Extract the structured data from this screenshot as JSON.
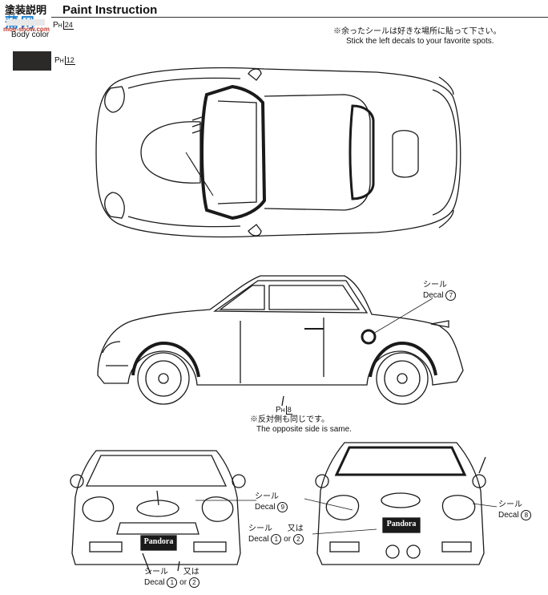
{
  "header": {
    "title_jp": "塗装説明",
    "title_en": "Paint Instruction",
    "watermark": "蒲 网",
    "watermark_url": "moe-show.com"
  },
  "body_color": {
    "label": "Body color",
    "code_prefix": "P",
    "code_sub": "H",
    "code_value": "24"
  },
  "dark_color": {
    "code_prefix": "P",
    "code_sub": "H",
    "code_value": "12",
    "swatch_color": "#2b2a29"
  },
  "note_top": {
    "jp": "※余ったシールは好きな場所に貼って下さい。",
    "en": "Stick the left decals to your favorite spots."
  },
  "side_view": {
    "decal7_jp": "シール",
    "decal7_en": "Decal",
    "decal7_num": "7",
    "paint_prefix": "P",
    "paint_sub": "H",
    "paint_num": "8",
    "opposite_jp": "※反対側も同じです。",
    "opposite_en": "The opposite side is same."
  },
  "front_view": {
    "plate": "Pandora",
    "decal9_jp": "シール",
    "decal9_en": "Decal",
    "decal9_num": "9",
    "decal1_jp": "シール",
    "decal1_en": "Decal",
    "decal1_num": "1",
    "decal1_or_jp": "又は",
    "decal1_or_en": "or",
    "decal1_alt": "2"
  },
  "rear_view": {
    "plate": "Pandora",
    "decal8_jp": "シール",
    "decal8_en": "Decal",
    "decal8_num": "8",
    "decal1_jp": "シール",
    "decal1_en": "Decal",
    "decal1_num": "1",
    "decal1_or_jp": "又は",
    "decal1_or_en": "or",
    "decal1_alt": "2"
  }
}
